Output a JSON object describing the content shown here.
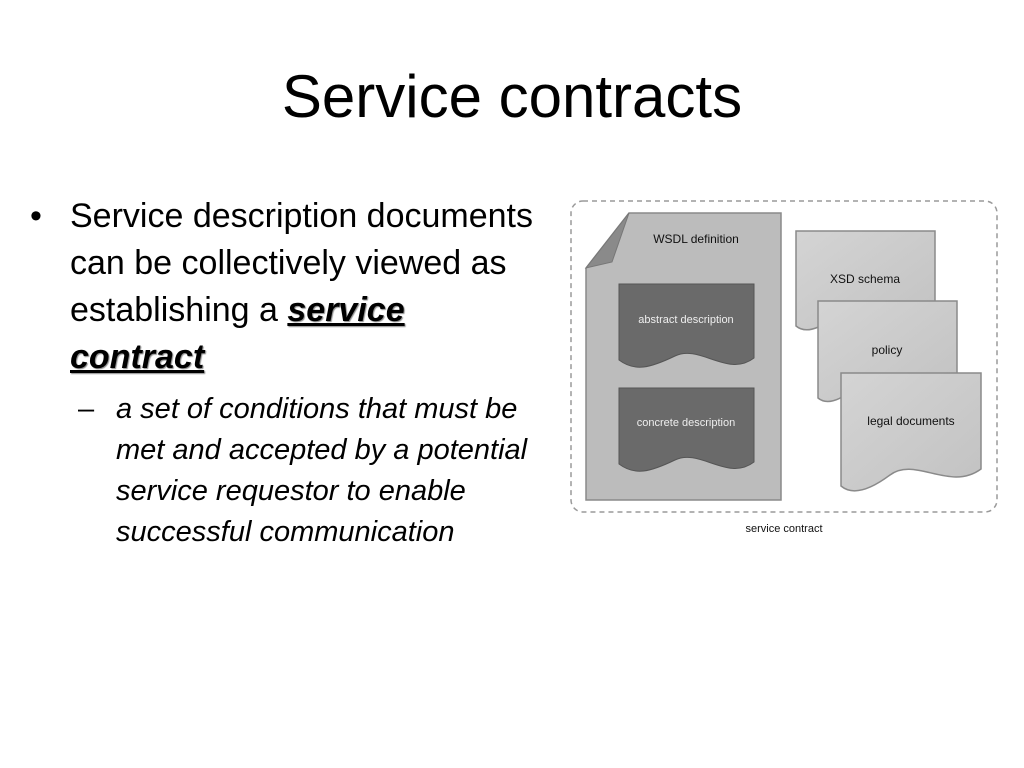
{
  "slide": {
    "title": "Service contracts",
    "bullet_main_text": "Service description documents can be collectively viewed as establishing a ",
    "bullet_main_emphasis": "service contract",
    "sub_bullet_text": "a set of conditions that must be met and accepted by a potential service requestor to enable successful communication"
  },
  "diagram": {
    "wsdl_label": "WSDL definition",
    "abstract_label": "abstract description",
    "concrete_label": "concrete description",
    "xsd_label": "XSD schema",
    "policy_label": "policy",
    "legal_label": "legal documents",
    "caption": "service contract"
  }
}
